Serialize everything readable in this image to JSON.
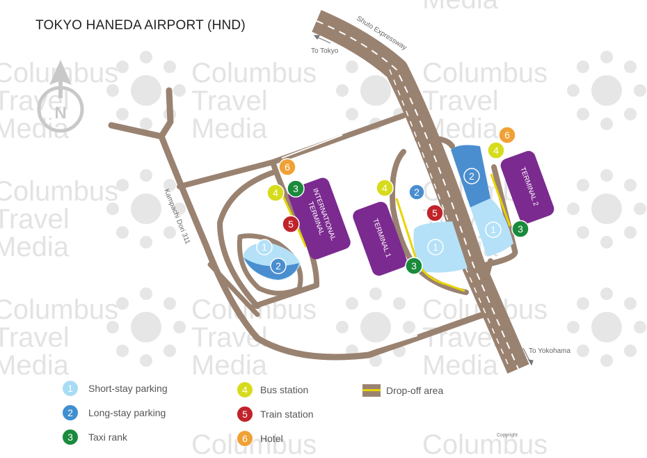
{
  "title": "TOKYO HANEDA AIRPORT (HND)",
  "watermark": {
    "line1": "Columbus",
    "line2": "Travel",
    "line3": "Media"
  },
  "compass": {
    "letter": "N",
    "icon": "north-arrow-icon"
  },
  "roads": {
    "expressway": "Shuto Expressway",
    "to_tokyo": "To Tokyo",
    "to_yokohama": "To Yokohama",
    "kampachi": "Kampachi Dori 311"
  },
  "terminals": {
    "international": {
      "line1": "INTERNATIONAL",
      "line2": "TERMINAL"
    },
    "t1": "TERMINAL 1",
    "t2": "TERMINAL 2"
  },
  "markers": {
    "intl_hotel": "6",
    "intl_bus": "4",
    "intl_taxi": "3",
    "intl_train": "5",
    "intl_short_stay": "1",
    "intl_long_stay": "2",
    "t1_bus": "4",
    "t1_long_stay": "2",
    "t1_train": "5",
    "t1_short_stay": "1",
    "t1_taxi": "3",
    "t2_hotel": "6",
    "t2_bus": "4",
    "t2_long_stay": "2",
    "t2_short_stay": "1",
    "t2_taxi": "3"
  },
  "legend": [
    {
      "num": "1",
      "label": "Short-stay parking",
      "color": "#a8dcf5"
    },
    {
      "num": "2",
      "label": "Long-stay parking",
      "color": "#3f8fd0"
    },
    {
      "num": "3",
      "label": "Taxi rank",
      "color": "#1a8a3c"
    },
    {
      "num": "4",
      "label": "Bus station",
      "color": "#d6dc1c"
    },
    {
      "num": "5",
      "label": "Train station",
      "color": "#c0232a"
    },
    {
      "num": "6",
      "label": "Hotel",
      "color": "#f0a136"
    }
  ],
  "dropoff_label": "Drop-off area",
  "copyright": "Copyright",
  "colors": {
    "road": "#9a8271",
    "terminal": "#7b2a8f",
    "short_stay": "#b4e1f7",
    "long_stay": "#4a8ecf",
    "dropoff": "#e8d400",
    "watermark": "#e3e3e3"
  }
}
